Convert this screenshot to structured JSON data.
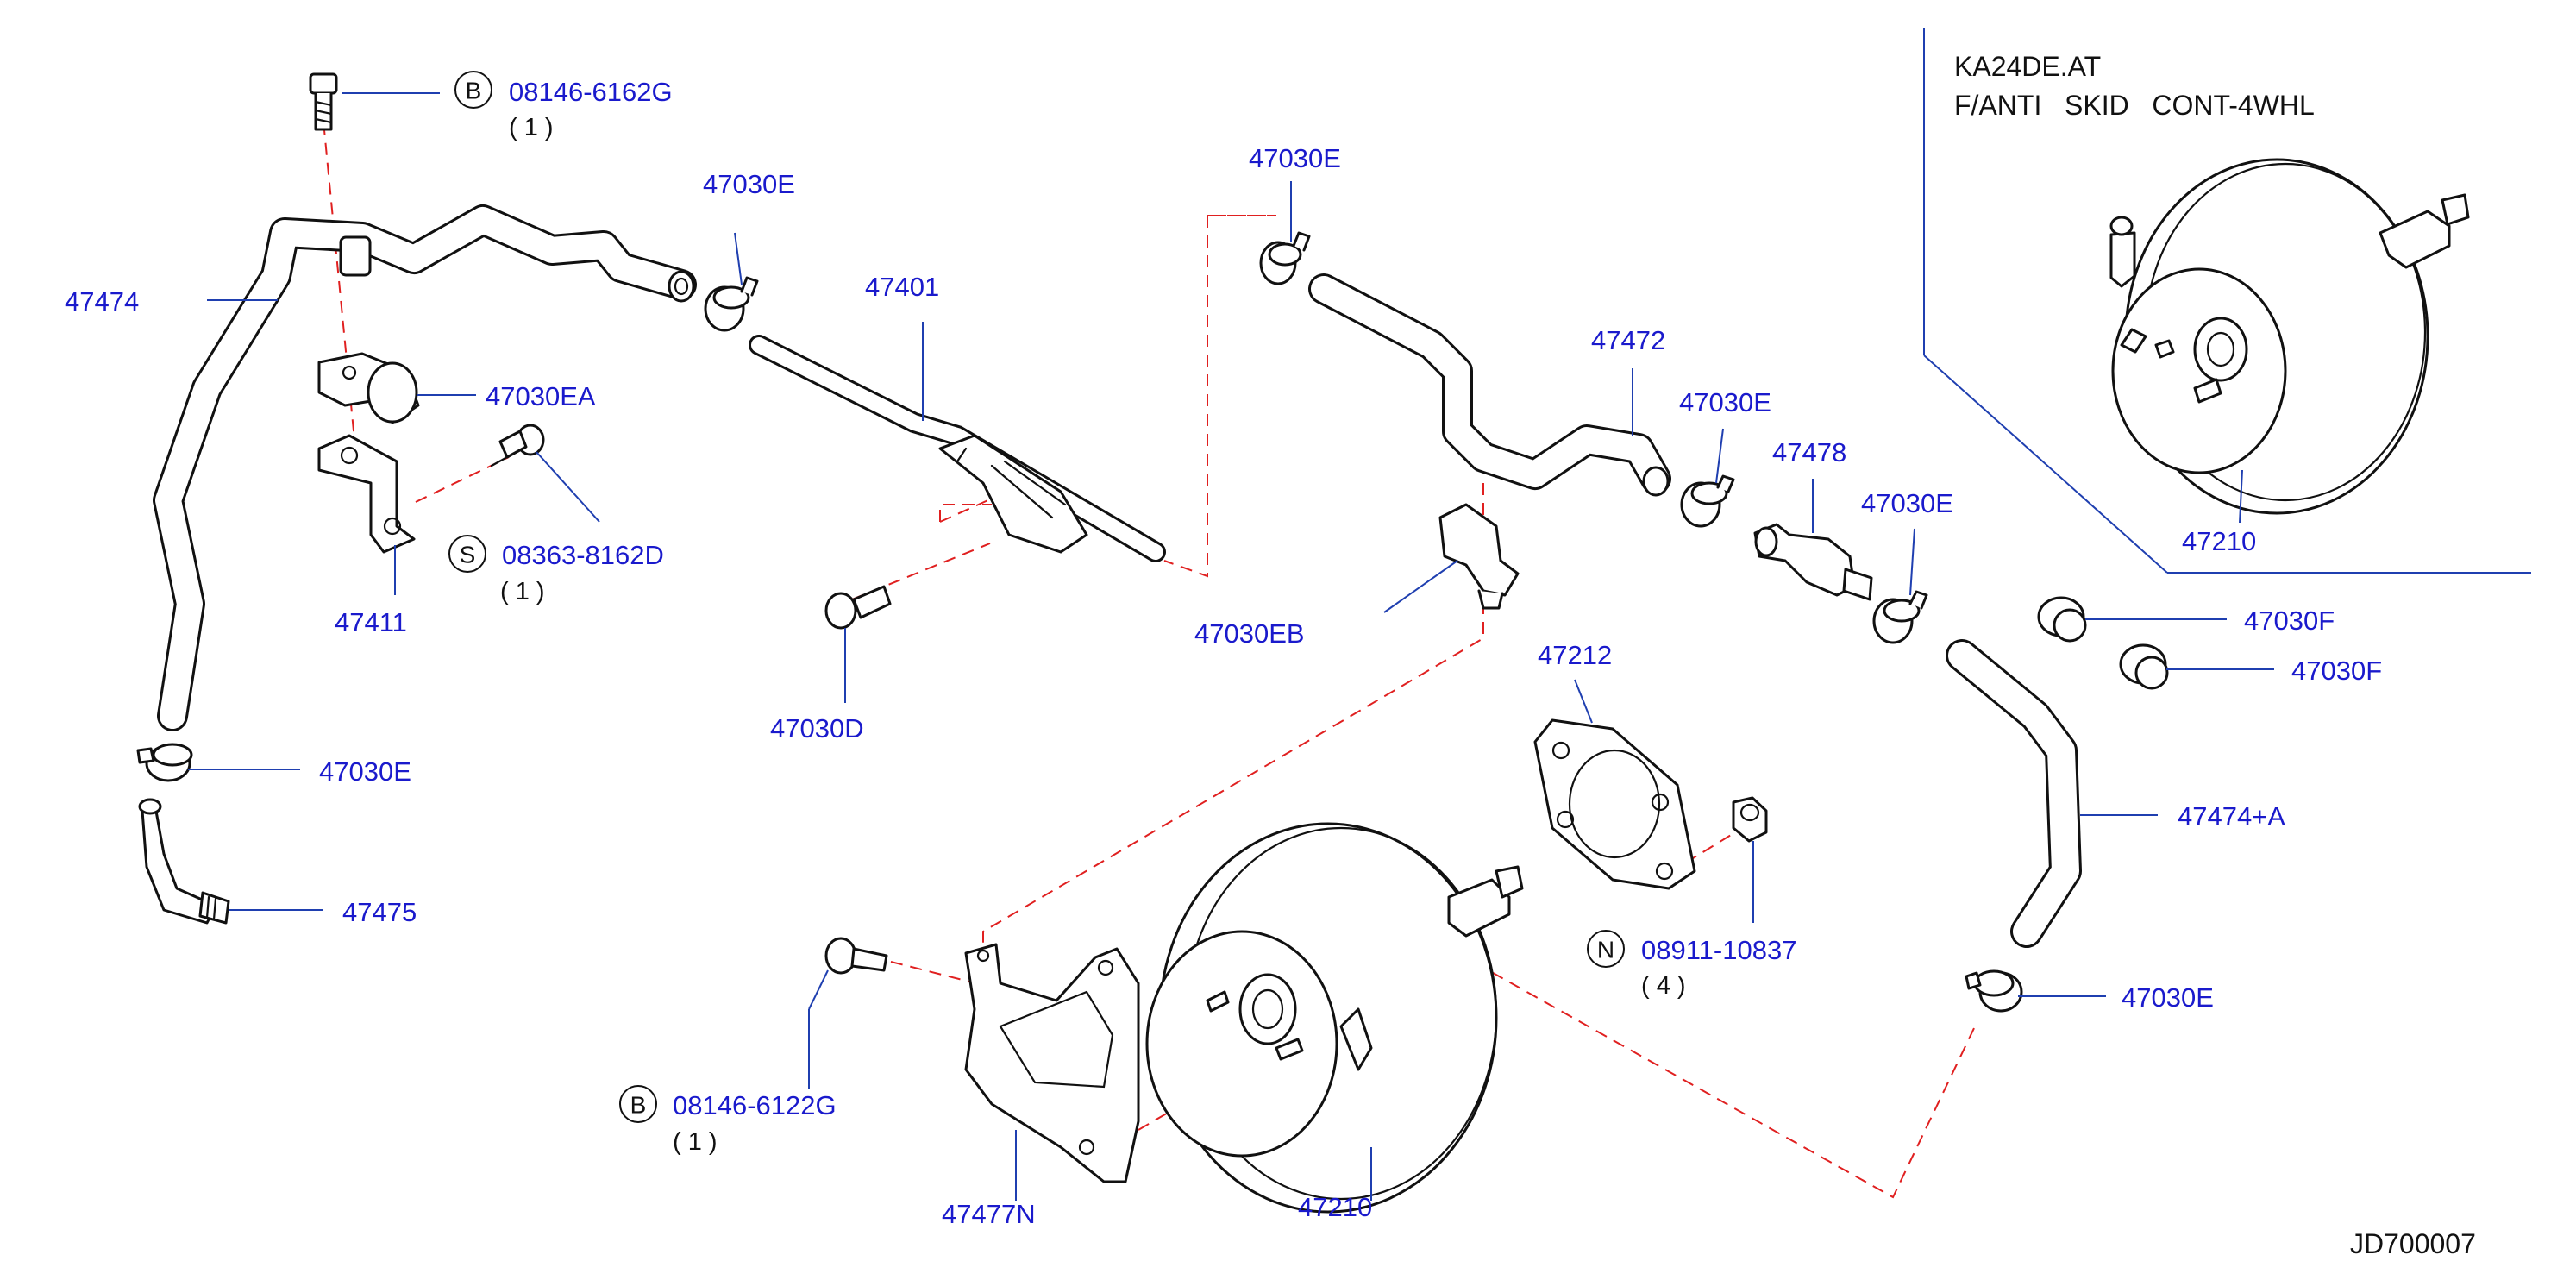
{
  "variant_header": {
    "line1": "KA24DE.AT",
    "line2": "F/ANTI   SKID   CONT-4WHL"
  },
  "diagram_code": "JD700007",
  "callouts": [
    {
      "id": "c1",
      "code": "08146-6162G",
      "prefix": "B",
      "qty": "( 1 )"
    },
    {
      "id": "c2",
      "code": "47474"
    },
    {
      "id": "c3",
      "code": "47030E"
    },
    {
      "id": "c4",
      "code": "47030EA"
    },
    {
      "id": "c5",
      "code": "08363-8162D",
      "prefix": "S",
      "qty": "( 1 )"
    },
    {
      "id": "c6",
      "code": "47411"
    },
    {
      "id": "c7",
      "code": "47401"
    },
    {
      "id": "c8",
      "code": "47030D"
    },
    {
      "id": "c9",
      "code": "47030E"
    },
    {
      "id": "c10",
      "code": "47030E"
    },
    {
      "id": "c11",
      "code": "47475"
    },
    {
      "id": "c12",
      "code": "47472"
    },
    {
      "id": "c13",
      "code": "47030E"
    },
    {
      "id": "c14",
      "code": "47478"
    },
    {
      "id": "c15",
      "code": "47030E"
    },
    {
      "id": "c16",
      "code": "47030EB"
    },
    {
      "id": "c17",
      "code": "47212"
    },
    {
      "id": "c18",
      "code": "47030F"
    },
    {
      "id": "c19",
      "code": "47030F"
    },
    {
      "id": "c20",
      "code": "47474+A"
    },
    {
      "id": "c21",
      "code": "08911-10837",
      "prefix": "N",
      "qty": "( 4 )"
    },
    {
      "id": "c22",
      "code": "47030E"
    },
    {
      "id": "c23",
      "code": "08146-6122G",
      "prefix": "B",
      "qty": "( 1 )"
    },
    {
      "id": "c24",
      "code": "47477N"
    },
    {
      "id": "c25",
      "code": "47210"
    },
    {
      "id": "c26",
      "code": "47210"
    }
  ]
}
